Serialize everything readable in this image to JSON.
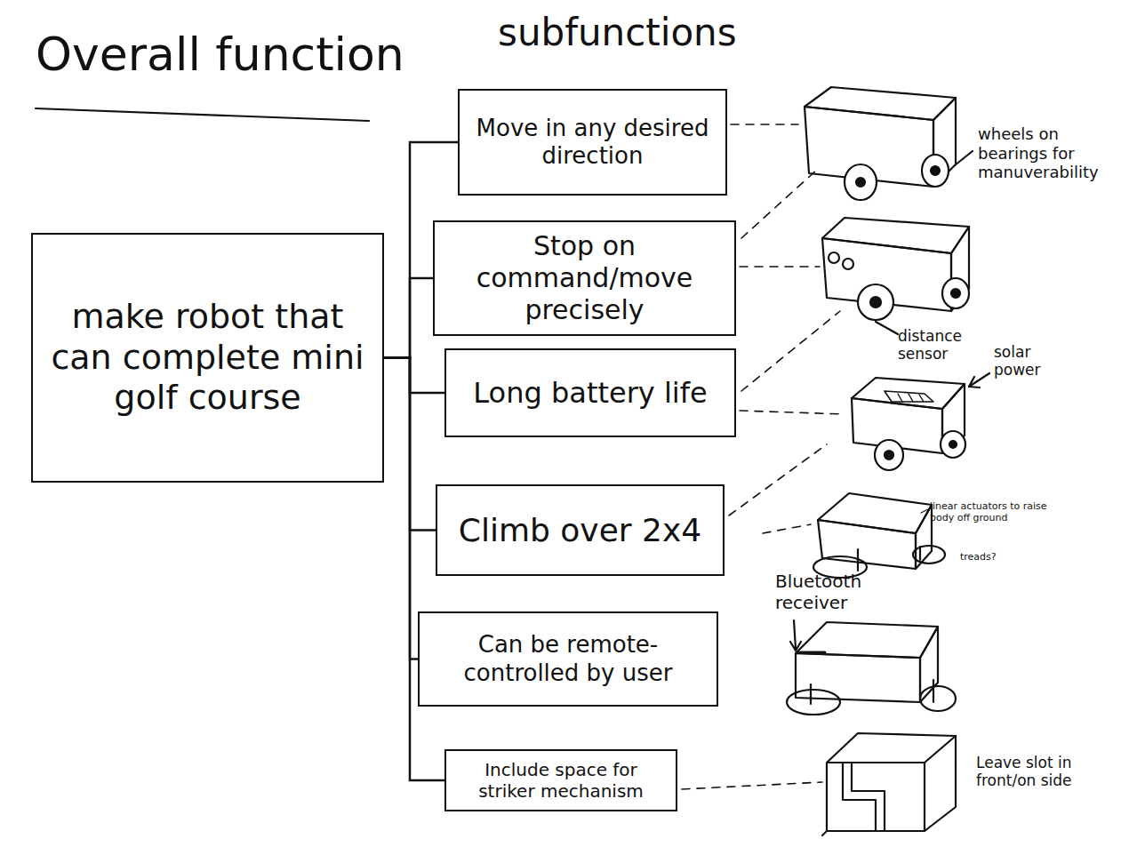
{
  "diagram": {
    "nodes": [
      {
        "text": [
          "make robot that can complete mini golf course"
        ]
      },
      {
        "text": [
          "Move in any desired direction"
        ]
      },
      {
        "text": [
          "Stop on command/move precisely"
        ]
      },
      {
        "text": [
          "Long battery life"
        ]
      },
      {
        "text": [
          "Climb over 2x4"
        ]
      },
      {
        "text": [
          "Can be remote-controlled by user"
        ]
      },
      {
        "text": [
          "Include space for striker mechanism"
        ]
      }
    ],
    "edges": [
      {
        "from": 0,
        "to": 1,
        "arrow": "none"
      },
      {
        "from": 0,
        "to": 2,
        "arrow": "none"
      },
      {
        "from": 0,
        "to": 3,
        "arrow": "none"
      },
      {
        "from": 0,
        "to": 4,
        "arrow": "none"
      },
      {
        "from": 0,
        "to": 5,
        "arrow": "none"
      },
      {
        "from": 0,
        "to": 6,
        "arrow": "none"
      }
    ],
    "labels": [
      "Overall function",
      "subfunctions",
      "wheels on bearings for manuverability",
      "distance sensor",
      "solar power",
      "linear actuators to raise body off ground",
      "treads?",
      "Bluetooth receiver",
      "Leave slot in front/on side"
    ]
  }
}
